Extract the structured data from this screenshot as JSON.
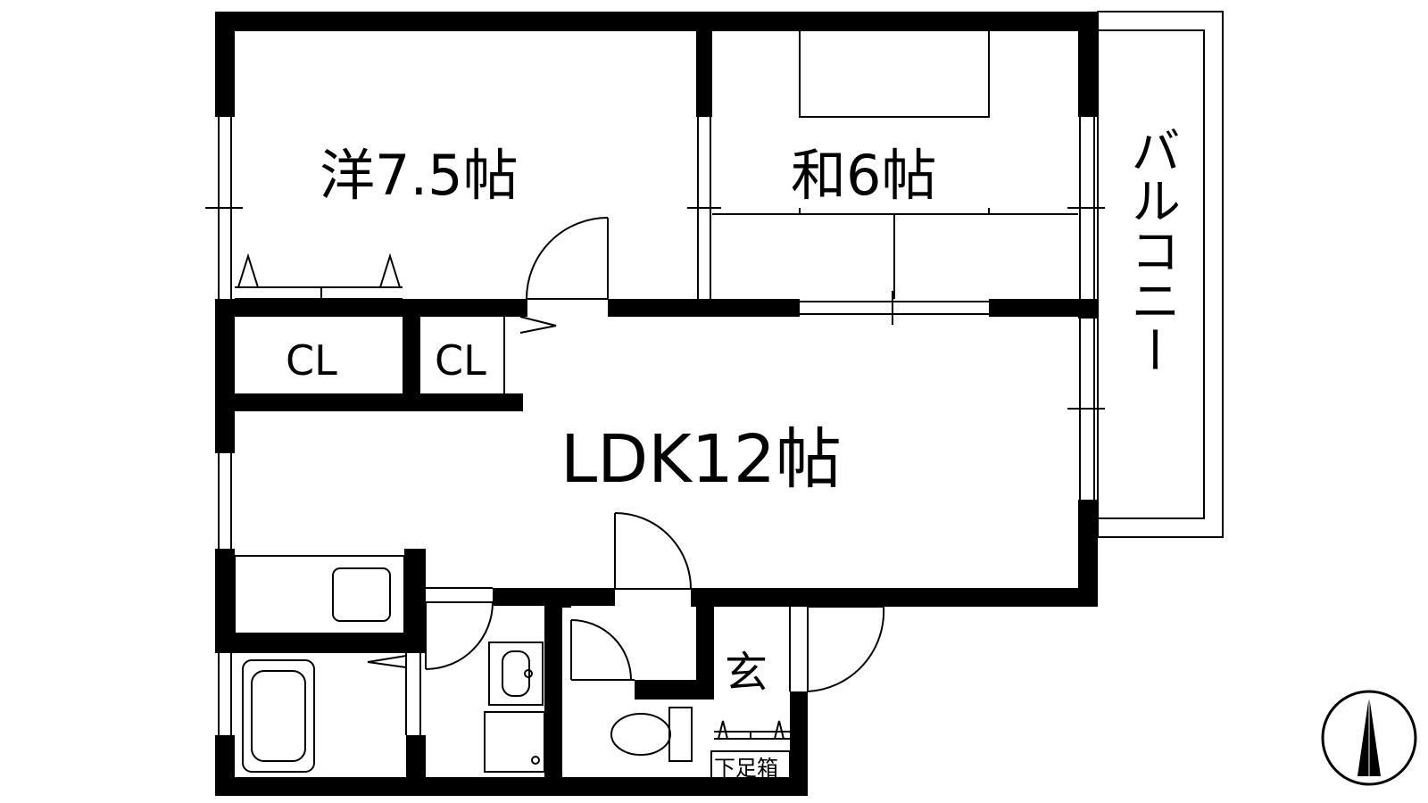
{
  "floorplan": {
    "rooms": {
      "western_room": "洋7.5帖",
      "japanese_room": "和6帖",
      "ldk": "LDK12帖",
      "balcony": "バルコニー",
      "closet_1": "CL",
      "closet_2": "CL",
      "entrance": "玄",
      "shoe_cabinet": "下足箱"
    },
    "compass_north_icon": "north-arrow-icon"
  }
}
